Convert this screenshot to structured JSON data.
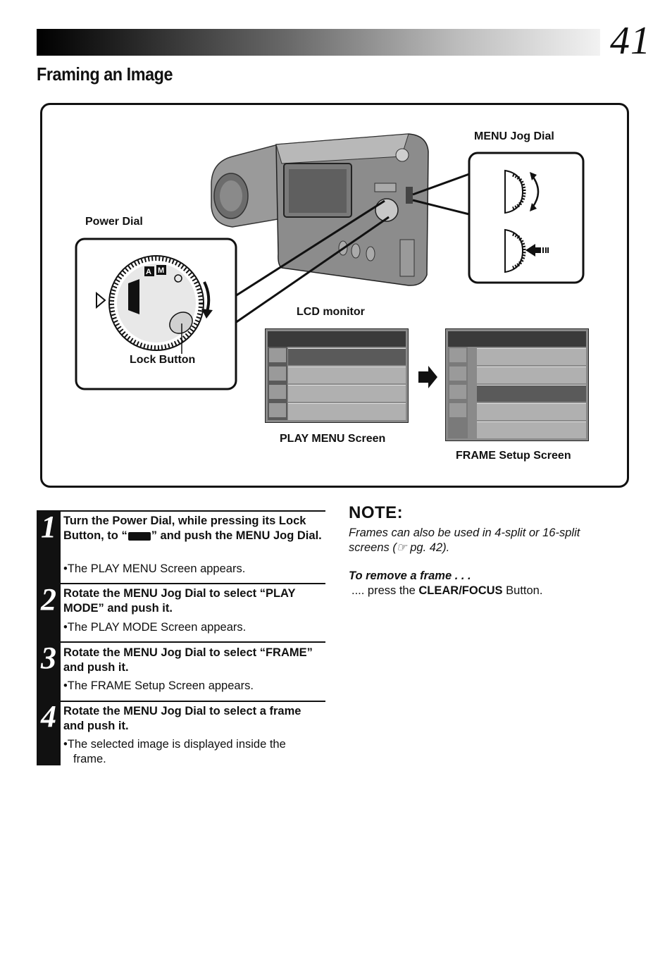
{
  "page": {
    "number": "41",
    "title": "Framing an Image"
  },
  "figure": {
    "labels": {
      "menu_jog_dial": "MENU Jog Dial",
      "power_dial": "Power Dial",
      "lcd_monitor": "LCD monitor",
      "lock_button": "Lock Button",
      "play_menu_screen": "PLAY MENU Screen",
      "frame_setup_screen": "FRAME Setup Screen"
    },
    "dial_marks": [
      "A",
      "M"
    ]
  },
  "steps": [
    {
      "number": "1",
      "title_before": "Turn the Power Dial, while pressing its Lock Button, to “",
      "title_after": "” and push the MENU Jog Dial.",
      "result": "•The PLAY MENU Screen appears."
    },
    {
      "number": "2",
      "title": "Rotate the MENU Jog Dial to select “PLAY MODE” and push it.",
      "result": "•The PLAY MODE Screen appears."
    },
    {
      "number": "3",
      "title": "Rotate the MENU Jog Dial to select “FRAME” and push it.",
      "result": "•The FRAME Setup Screen appears."
    },
    {
      "number": "4",
      "title": "Rotate the MENU Jog Dial to select a frame and push it.",
      "result": "•The selected image is displayed inside the frame."
    }
  ],
  "note": {
    "heading": "NOTE:",
    "text_before": "Frames can also be used in 4-split or 16-split screens (",
    "text_ref_icon": "☞",
    "text_after": " pg. 42).",
    "sub_heading": "To remove a frame . . .",
    "action_prefix": "....  press the ",
    "action_button": "CLEAR/FOCUS",
    "action_suffix": " Button."
  },
  "colors": {
    "text": "#111111",
    "step_bar": "#111111",
    "screen_selected": "#5a5a5a",
    "screen_row": "#b0b0b0"
  },
  "icons": [
    "right-arrow-icon",
    "rotate-arrows-icon",
    "push-arrow-icon",
    "rotation-arrow-icon",
    "pointing-hand-icon"
  ]
}
